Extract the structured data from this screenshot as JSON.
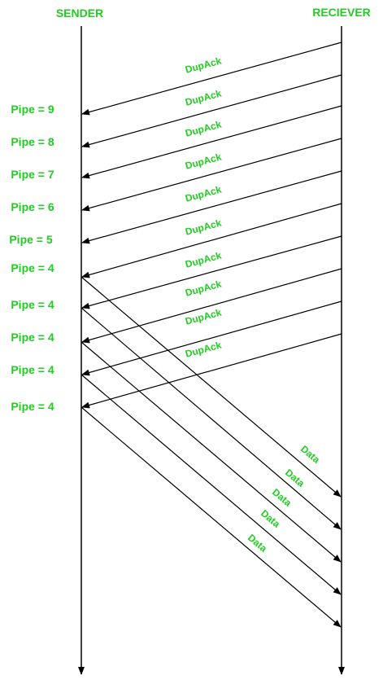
{
  "header": {
    "sender_label": "SENDER",
    "receiver_label": "RECIEVER"
  },
  "dupacks": [
    {
      "label": "DupAck"
    },
    {
      "label": "DupAck"
    },
    {
      "label": "DupAck"
    },
    {
      "label": "DupAck"
    },
    {
      "label": "DupAck"
    },
    {
      "label": "DupAck"
    },
    {
      "label": "DupAck"
    },
    {
      "label": "DupAck"
    },
    {
      "label": "DupAck"
    },
    {
      "label": "DupAck"
    }
  ],
  "pipes": [
    {
      "label": "Pipe = 9"
    },
    {
      "label": "Pipe = 8"
    },
    {
      "label": "Pipe = 7"
    },
    {
      "label": "Pipe = 6"
    },
    {
      "label": "Pipe = 5"
    },
    {
      "label": "Pipe = 4"
    },
    {
      "label": "Pipe = 4"
    },
    {
      "label": "Pipe = 4"
    },
    {
      "label": "Pipe = 4"
    },
    {
      "label": "Pipe = 4"
    }
  ],
  "data_packets": [
    {
      "label": "Data"
    },
    {
      "label": "Data"
    },
    {
      "label": "Data"
    },
    {
      "label": "Data"
    },
    {
      "label": "Data"
    }
  ],
  "colors": {
    "label_green": "#22cc22",
    "line": "#000000"
  }
}
